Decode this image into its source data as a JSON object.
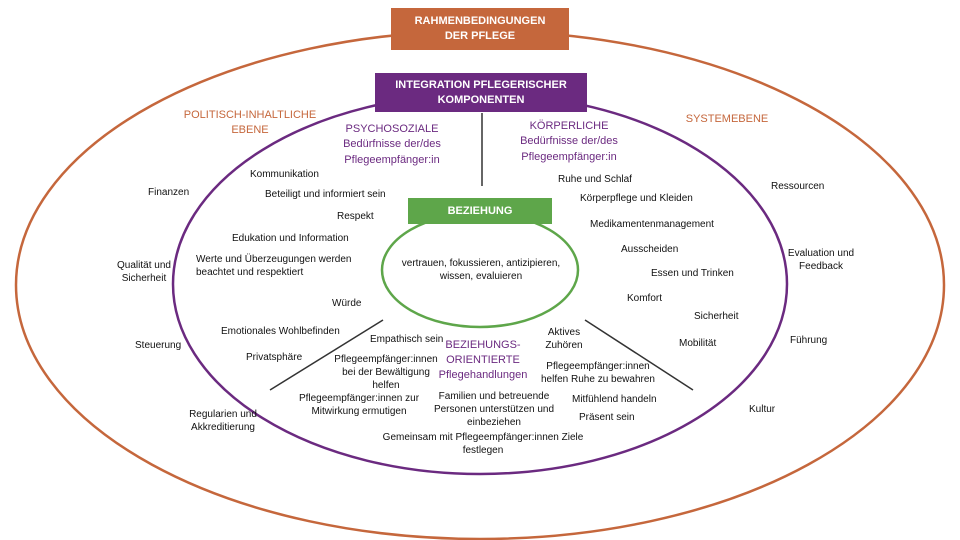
{
  "colors": {
    "outer": "#c5673c",
    "middle": "#6b2a80",
    "inner": "#5ea64a"
  },
  "outer_box": "RAHMENBEDINGUNGEN DER PFLEGE",
  "integration_box": "INTEGRATION PFLEGERISCHER KOMPONENTEN",
  "beziehung_box": "BEZIEHUNG",
  "beziehung_text": "vertrauen, fokussieren, antizipieren, wissen, evaluieren",
  "left_heading": "POLITISCH-INHALTLICHE EBENE",
  "right_heading": "SYSTEMEBENE",
  "outer_left": [
    "Finanzen",
    "Qualität und Sicherheit",
    "Steuerung",
    "Regularien und Akkreditierung"
  ],
  "outer_right": [
    "Ressourcen",
    "Evaluation und Feedback",
    "Führung",
    "Kultur"
  ],
  "psychosoziale": {
    "title": "PSYCHOSOZIALE",
    "subtitle": "Bedürfnisse der/des Pflegeempfänger:in",
    "items": [
      "Kommunikation",
      "Beteiligt und informiert sein",
      "Respekt",
      "Edukation und Information",
      "Werte und Überzeugungen werden beachtet und respektiert",
      "Würde",
      "Emotionales Wohlbefinden",
      "Privatsphäre"
    ]
  },
  "koerperliche": {
    "title": "KÖRPERLICHE",
    "subtitle": "Bedürfnisse der/des Pflegeempfänger:in",
    "items": [
      "Ruhe und Schlaf",
      "Körperpflege und Kleiden",
      "Medikamentenmanagement",
      "Ausscheiden",
      "Essen und Trinken",
      "Komfort",
      "Sicherheit",
      "Mobilität"
    ]
  },
  "beziehungs": {
    "title": "BEZIEHUNGS-ORIENTIERTE",
    "subtitle": "Pflegehandlungen",
    "items": [
      "Empathisch sein",
      "Aktives Zuhören",
      "Pflegeempfänger:innen bei der Bewältigung helfen",
      "Pflegeempfänger:innen helfen Ruhe zu bewahren",
      "Pflegeempfänger:innen zur Mitwirkung ermutigen",
      "Familien und betreuende Personen unterstützen und einbeziehen",
      "Mitfühlend handeln",
      "Präsent sein",
      "Gemeinsam mit Pflegeempfänger:innen Ziele festlegen"
    ]
  }
}
